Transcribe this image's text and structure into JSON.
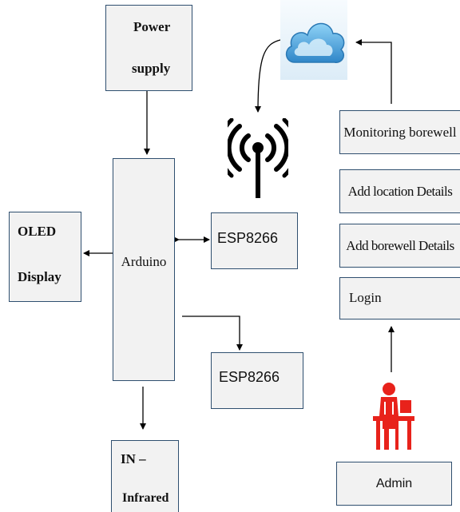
{
  "nodes": {
    "power_supply": {
      "line1": "Power",
      "line2": "supply"
    },
    "arduino": {
      "label": "Arduino"
    },
    "oled": {
      "line1": "OLED",
      "line2": "Display"
    },
    "esp1": {
      "label": "ESP8266"
    },
    "esp2": {
      "label": "ESP8266"
    },
    "infrared": {
      "line1": "IN –",
      "line2": "Infrared"
    },
    "monitoring": {
      "label": "Monitoring borewell"
    },
    "add_location": {
      "label": "Add location Details"
    },
    "add_borewell": {
      "label": "Add borewell Details"
    },
    "login": {
      "label": "Login"
    },
    "admin": {
      "label": "Admin"
    }
  },
  "icons": {
    "cloud": "cloud-icon",
    "wifi": "wifi-antenna-icon",
    "admin": "admin-person-icon"
  },
  "colors": {
    "box_fill": "#f2f2f2",
    "box_border": "#2f4f6f",
    "arrow": "#000000",
    "cloud": "#4aa8e0",
    "admin_icon": "#e8221b"
  }
}
